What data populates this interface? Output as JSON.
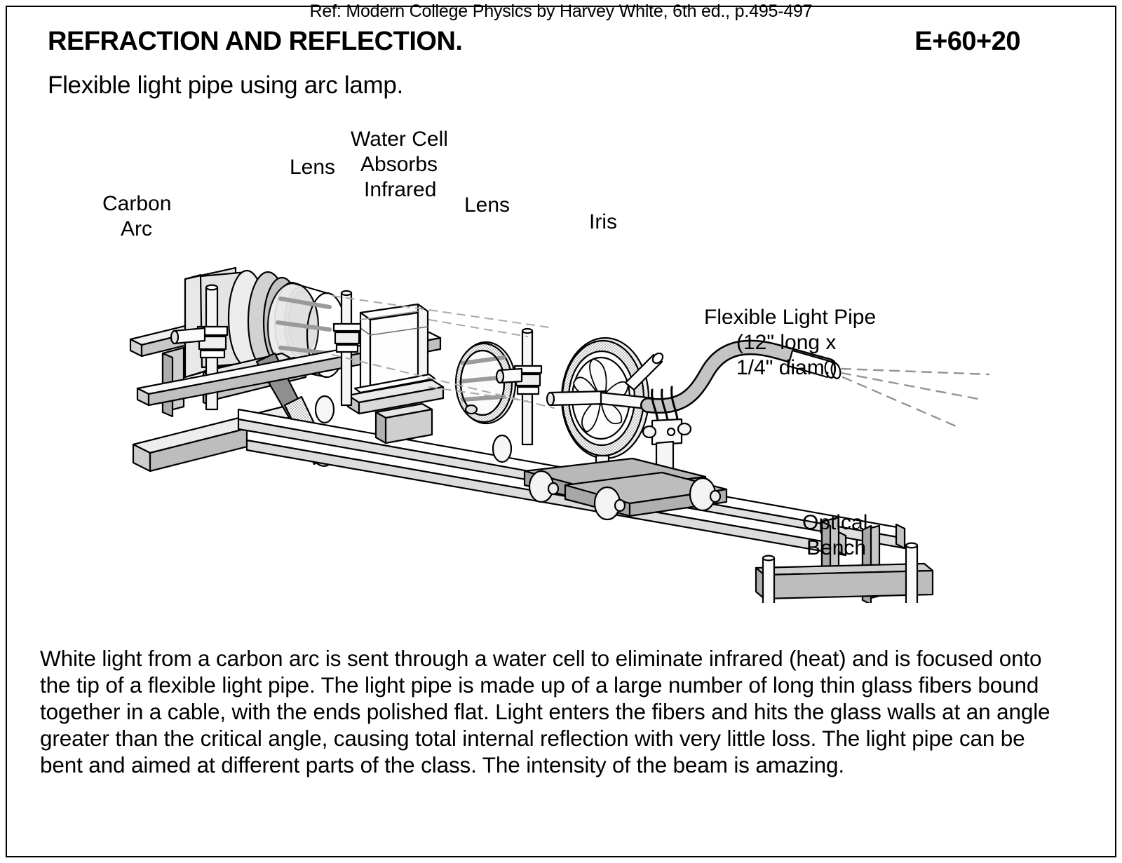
{
  "header": {
    "reference": "Ref: Modern College Physics by Harvey White, 6th ed., p.495-497",
    "title": "REFRACTION AND REFLECTION.",
    "code": "E+60+20",
    "subtitle": "Flexible light pipe using arc lamp."
  },
  "figure": {
    "labels": {
      "carbon_arc_line1": "Carbon",
      "carbon_arc_line2": "Arc",
      "lens_1": "Lens",
      "water_cell_line1": "Water Cell",
      "water_cell_line2": "Absorbs",
      "water_cell_line3": "Infrared",
      "lens_2": "Lens",
      "iris": "Iris",
      "light_pipe_line1": "Flexible Light Pipe",
      "light_pipe_line2": "(12\" long x",
      "light_pipe_line3": "1/4\" diam.)",
      "optical_bench_line1": "Optical",
      "optical_bench_line2": "Bench"
    },
    "colors": {
      "outline": "#000000",
      "bench_gray": "#b8b8b8",
      "light_gray": "#e2e2e2",
      "mid_gray": "#cfcfcf",
      "dark_gray": "#8c8c8c",
      "ray_dash": "#999999",
      "white": "#ffffff"
    }
  },
  "description": {
    "paragraph": "White light from a carbon arc is sent through a water cell to eliminate infrared (heat) and is focused onto the tip of a flexible light pipe. The light pipe is made up of a large number of long thin glass fibers bound together in a cable, with the ends polished flat. Light enters the fibers and hits the glass walls at an angle greater than the critical angle, causing total internal reflection with very little loss. The light pipe can be bent and aimed at different parts of the class. The intensity of the beam is amazing."
  }
}
